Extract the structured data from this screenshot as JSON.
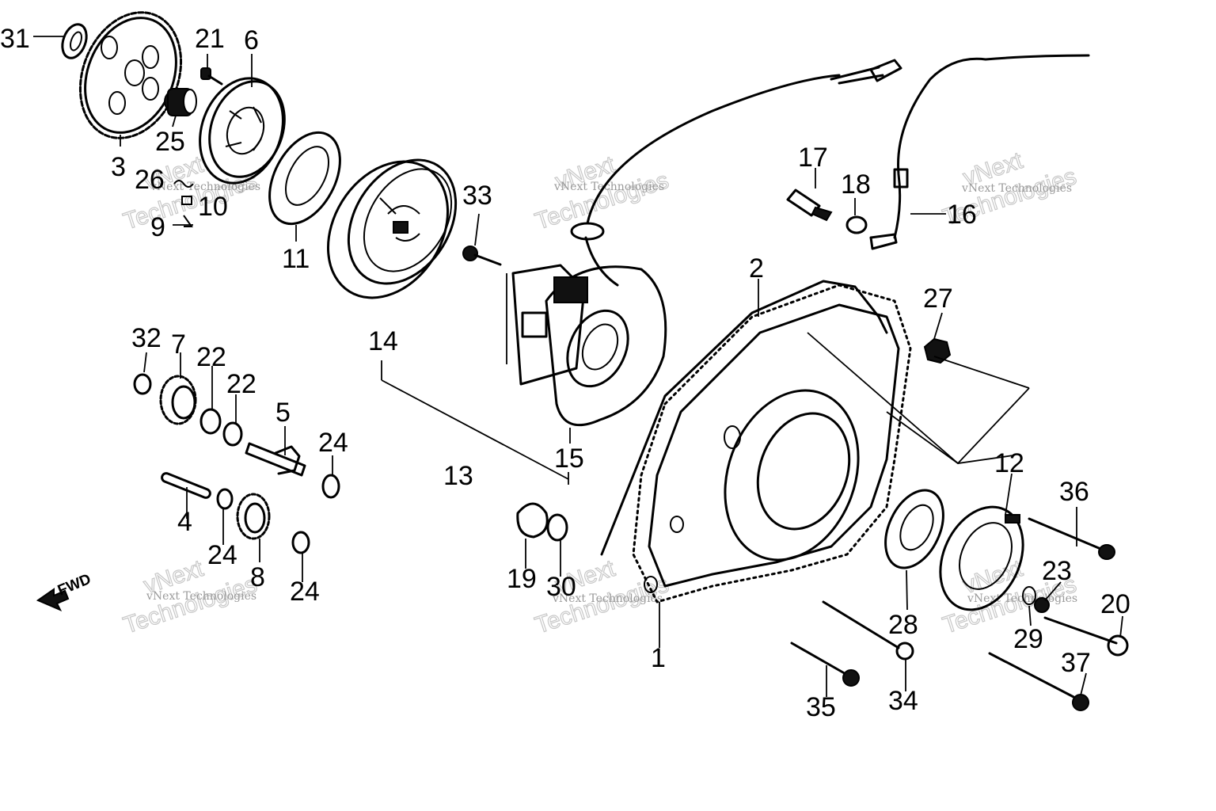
{
  "fwd_label": "FWD",
  "watermark": {
    "line1": "vNext",
    "line2": "Technologies",
    "caption": "vNext Technologies"
  },
  "callouts": [
    {
      "id": "p31",
      "text": "31"
    },
    {
      "id": "p21",
      "text": "21"
    },
    {
      "id": "p6",
      "text": "6"
    },
    {
      "id": "p25",
      "text": "25"
    },
    {
      "id": "p3",
      "text": "3"
    },
    {
      "id": "p26",
      "text": "26"
    },
    {
      "id": "p10",
      "text": "10"
    },
    {
      "id": "p9",
      "text": "9"
    },
    {
      "id": "p11",
      "text": "11"
    },
    {
      "id": "p14",
      "text": "14"
    },
    {
      "id": "p33",
      "text": "33"
    },
    {
      "id": "p13",
      "text": "13"
    },
    {
      "id": "p15",
      "text": "15"
    },
    {
      "id": "p17",
      "text": "17"
    },
    {
      "id": "p18",
      "text": "18"
    },
    {
      "id": "p16",
      "text": "16"
    },
    {
      "id": "p2",
      "text": "2"
    },
    {
      "id": "p27",
      "text": "27"
    },
    {
      "id": "p32",
      "text": "32"
    },
    {
      "id": "p7",
      "text": "7"
    },
    {
      "id": "p22a",
      "text": "22"
    },
    {
      "id": "p22b",
      "text": "22"
    },
    {
      "id": "p5",
      "text": "5"
    },
    {
      "id": "p24a",
      "text": "24"
    },
    {
      "id": "p4",
      "text": "4"
    },
    {
      "id": "p24b",
      "text": "24"
    },
    {
      "id": "p8",
      "text": "8"
    },
    {
      "id": "p24c",
      "text": "24"
    },
    {
      "id": "p19",
      "text": "19"
    },
    {
      "id": "p30",
      "text": "30"
    },
    {
      "id": "p12",
      "text": "12"
    },
    {
      "id": "p36",
      "text": "36"
    },
    {
      "id": "p23",
      "text": "23"
    },
    {
      "id": "p20",
      "text": "20"
    },
    {
      "id": "p29",
      "text": "29"
    },
    {
      "id": "p28",
      "text": "28"
    },
    {
      "id": "p1",
      "text": "1"
    },
    {
      "id": "p37",
      "text": "37"
    },
    {
      "id": "p35",
      "text": "35"
    },
    {
      "id": "p34",
      "text": "34"
    }
  ]
}
